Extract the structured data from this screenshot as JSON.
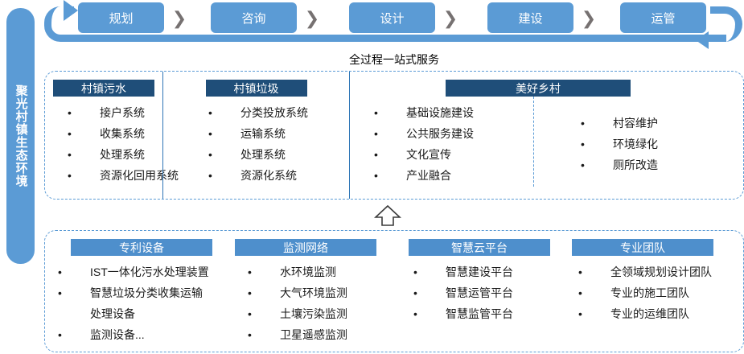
{
  "sidebar": {
    "label": "聚光村镇生态环境"
  },
  "process": {
    "steps": [
      {
        "label": "规划"
      },
      {
        "label": "咨询"
      },
      {
        "label": "设计"
      },
      {
        "label": "建设"
      },
      {
        "label": "运管"
      }
    ],
    "separator": "❯",
    "loop_arrow_name": "cycle-arrow"
  },
  "caption": "全过程一站式服务",
  "services_panel": {
    "columns": [
      {
        "title": "村镇污水",
        "items": [
          "接户系统",
          "收集系统",
          "处理系统",
          "资源化回用系统"
        ]
      },
      {
        "title": "村镇垃圾",
        "items": [
          "分类投放系统",
          "运输系统",
          "处理系统",
          "资源化系统"
        ]
      },
      {
        "title": "美好乡村",
        "items": [
          "基础设施建设",
          "公共服务建设",
          "文化宣传",
          "产业融合"
        ],
        "sub_items": [
          "村容维护",
          "环境绿化",
          "厕所改造"
        ]
      }
    ]
  },
  "capabilities_panel": {
    "columns": [
      {
        "title": "专利设备",
        "items": [
          {
            "text": "IST一体化污水处理装置",
            "bullet": true
          },
          {
            "text": "智慧垃圾分类收集运输",
            "bullet": true
          },
          {
            "text": "处理设备",
            "bullet": false
          },
          {
            "text": "监测设备...",
            "bullet": true
          }
        ]
      },
      {
        "title": "监测网络",
        "items": [
          {
            "text": "水环境监测",
            "bullet": true
          },
          {
            "text": "大气环境监测",
            "bullet": true
          },
          {
            "text": "土壤污染监测",
            "bullet": true
          },
          {
            "text": "卫星遥感监测",
            "bullet": true
          }
        ]
      },
      {
        "title": "智慧云平台",
        "items": [
          {
            "text": "智慧建设平台",
            "bullet": true
          },
          {
            "text": "智慧运管平台",
            "bullet": true
          },
          {
            "text": "智慧监管平台",
            "bullet": true
          }
        ]
      },
      {
        "title": "专业团队",
        "items": [
          {
            "text": "全领域规划设计团队",
            "bullet": true
          },
          {
            "text": "专业的施工团队",
            "bullet": true
          },
          {
            "text": "专业的运维团队",
            "bullet": true
          }
        ]
      }
    ]
  },
  "colors": {
    "accent_blue": "#5B9BD5",
    "header_navy": "#1F4E79",
    "header_blue": "#4E8FCC",
    "chevron_gray": "#767171"
  },
  "bullet_glyph": "•"
}
